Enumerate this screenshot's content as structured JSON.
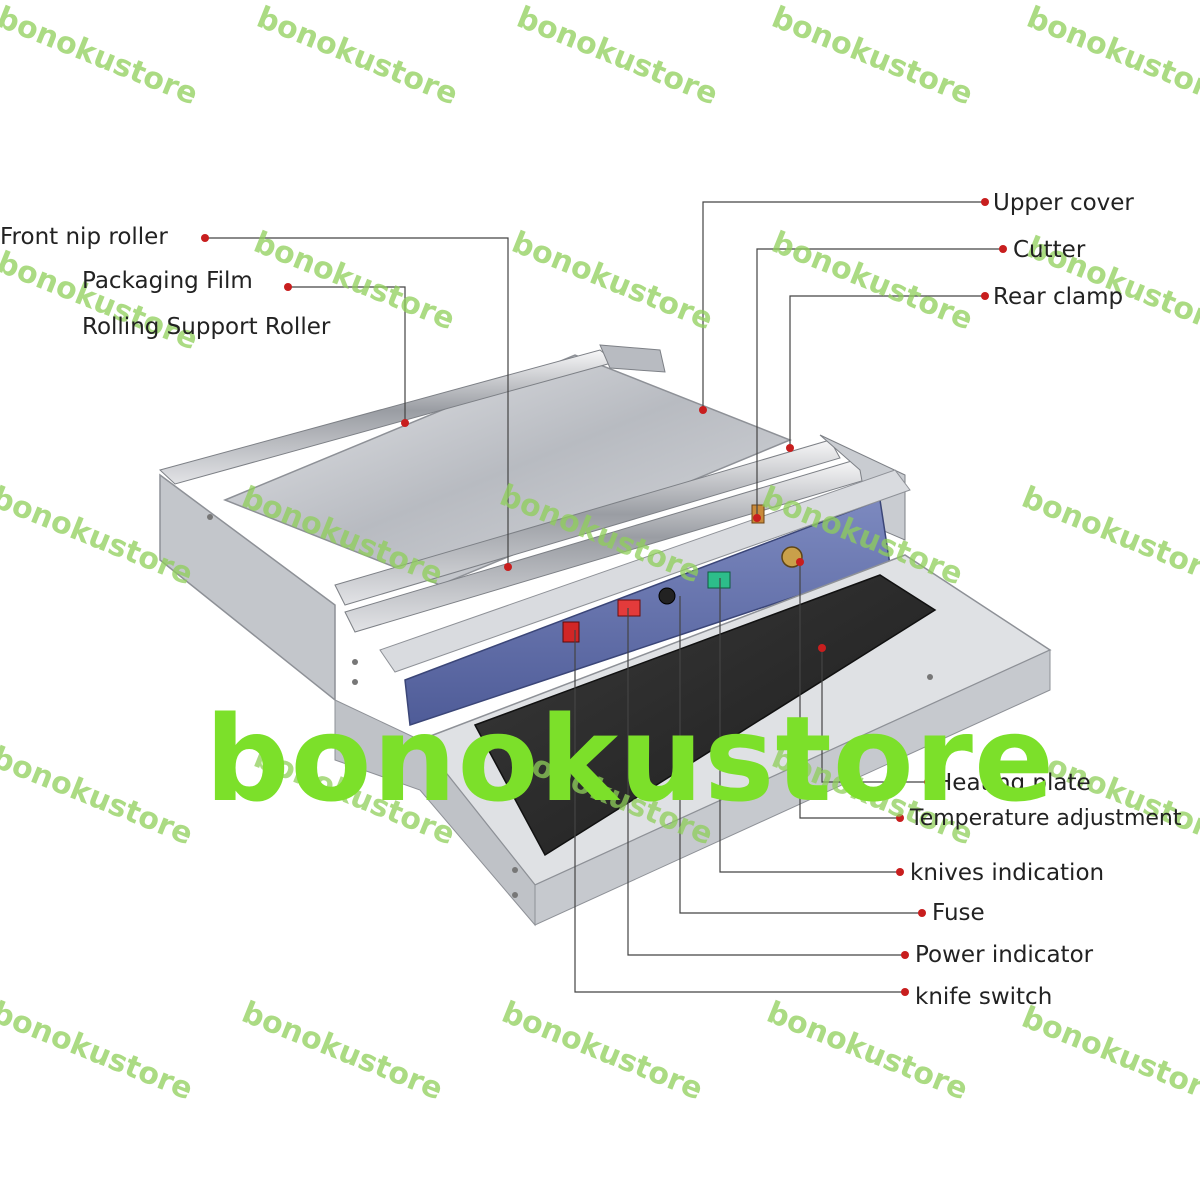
{
  "labels": {
    "front_nip_roller": "Front nip roller",
    "packaging_film_line1": "Packaging Film",
    "packaging_film_line2": "Rolling Support Roller",
    "upper_cover": "Upper cover",
    "cutter": "Cutter",
    "rear_clamp": "Rear clamp",
    "heating_plate": "Heating plate",
    "temperature_adjustment": "Temperature adjustment",
    "knives_indication": "knives indication",
    "fuse": "Fuse",
    "power_indicator": "Power indicator",
    "knife_switch": "knife switch"
  },
  "watermark": {
    "text": "bonokustore",
    "big_text": "bonokustore"
  },
  "colors": {
    "leader_line": "#444444",
    "marker": "#c81e1e",
    "watermark_small": "#8fcf5a",
    "watermark_big": "#7ce02a",
    "panel_blue": "#5b6aa8",
    "heating_plate": "#2b2b2b",
    "steel": "#b9bcc2"
  }
}
